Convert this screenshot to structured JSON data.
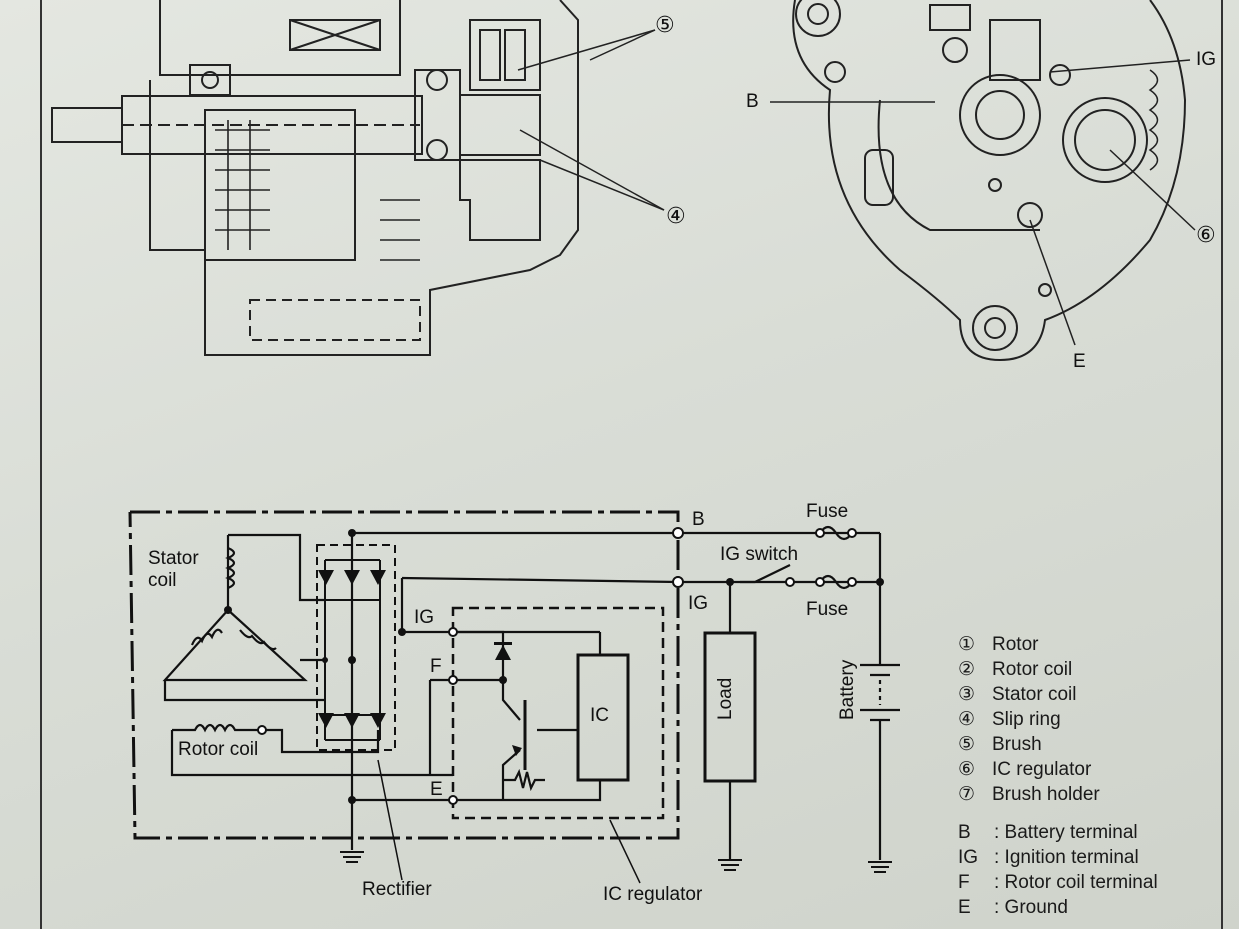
{
  "top_left": {
    "callouts": [
      "⑤",
      "④"
    ]
  },
  "top_right": {
    "labels": {
      "ig": "IG",
      "b": "B",
      "e": "E"
    },
    "callouts": [
      "⑥"
    ]
  },
  "schematic": {
    "stator_coil": "Stator\ncoil",
    "rotor_coil": "Rotor coil",
    "rectifier": "Rectifier",
    "ic_regulator": "IC regulator",
    "ic": "IC",
    "load": "Load",
    "battery": "Battery",
    "fuse_top": "Fuse",
    "fuse_bottom": "Fuse",
    "ig_switch": "IG switch",
    "terminal_b": "B",
    "terminal_ig_right": "IG",
    "terminal_ig": "IG",
    "terminal_f": "F",
    "terminal_e": "E"
  },
  "legend": [
    {
      "num": "①",
      "text": "Rotor"
    },
    {
      "num": "②",
      "text": "Rotor coil"
    },
    {
      "num": "③",
      "text": "Stator coil"
    },
    {
      "num": "④",
      "text": "Slip ring"
    },
    {
      "num": "⑤",
      "text": "Brush"
    },
    {
      "num": "⑥",
      "text": "IC regulator"
    },
    {
      "num": "⑦",
      "text": "Brush holder"
    }
  ],
  "abbreviations": [
    {
      "key": "B",
      "text": ": Battery terminal"
    },
    {
      "key": "IG",
      "text": ": Ignition terminal"
    },
    {
      "key": "F",
      "text": ": Rotor coil terminal"
    },
    {
      "key": "E",
      "text": ": Ground"
    }
  ]
}
